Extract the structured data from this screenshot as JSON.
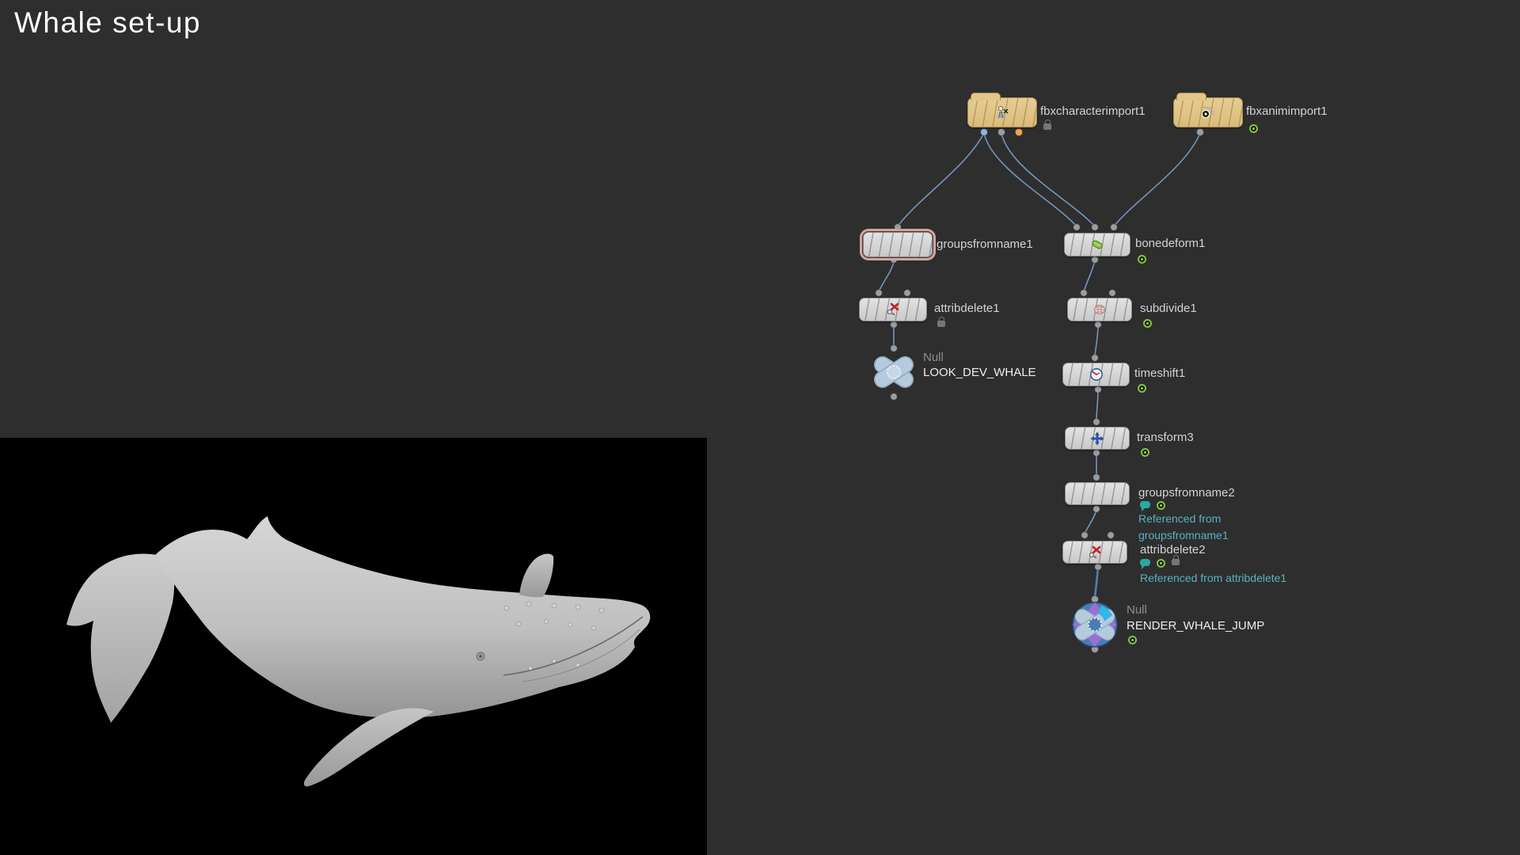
{
  "title": "Whale set-up",
  "colors": {
    "background": "#2e2e2e",
    "viewport_background": "#000000",
    "wire": "#7596be",
    "wire_strong": "#4e7fb6",
    "selection_outline": "#d9a39b",
    "node_body": "#d9d9d9",
    "fbx_node_body": "#dfc58c",
    "reference_text": "#58b1c4",
    "badge_green": "#86c33e",
    "comment_badge": "#2aa9a4",
    "flag_blue": "#8ab4e8",
    "flag_orange": "#f2a33c",
    "null_icon": "#b5cbdd",
    "render_null_icon": "#4a7cb5"
  },
  "graph": {
    "nodes": [
      {
        "label": "fbxcharacterimport1",
        "icon": "fbx-character-import-icon",
        "badges": [
          "lock"
        ]
      },
      {
        "label": "fbxanimimport1",
        "icon": "fbx-anim-import-icon",
        "badges": [
          "green-ring"
        ]
      },
      {
        "label": "groupsfromname1",
        "icon": "none",
        "selected": true,
        "badges": []
      },
      {
        "label": "bonedeform1",
        "icon": "bone-icon",
        "badges": [
          "green-ring"
        ]
      },
      {
        "label": "attribdelete1",
        "icon": "attrib-delete-icon",
        "badges": [
          "lock"
        ]
      },
      {
        "label": "subdivide1",
        "icon": "subdivide-icon",
        "badges": [
          "green-ring"
        ]
      },
      {
        "label": "LOOK_DEV_WHALE",
        "type_label": "Null",
        "icon": "null-x-icon",
        "badges": []
      },
      {
        "label": "timeshift1",
        "icon": "clock-icon",
        "badges": [
          "green-ring"
        ]
      },
      {
        "label": "transform3",
        "icon": "transform-gizmo-icon",
        "badges": [
          "green-ring"
        ]
      },
      {
        "label": "groupsfromname2",
        "icon": "none",
        "badges": [
          "comment",
          "green-ring"
        ],
        "ref_line1": "Referenced from",
        "ref_line2": "groupsfromname1"
      },
      {
        "label": "attribdelete2",
        "icon": "attrib-delete-icon",
        "badges": [
          "comment",
          "green-ring",
          "lock"
        ],
        "ref": "Referenced from attribdelete1"
      },
      {
        "label": "RENDER_WHALE_JUMP",
        "type_label": "Null",
        "icon": "render-null-icon",
        "badges": [
          "green-ring"
        ]
      }
    ]
  },
  "viewport": {
    "content": "grayscale humpback whale 3D render"
  }
}
